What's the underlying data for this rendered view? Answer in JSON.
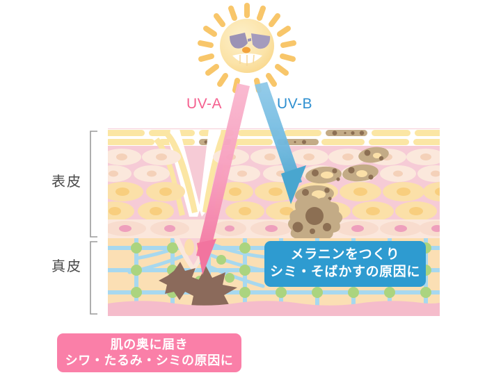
{
  "title": "UV-A / UV-B skin penetration diagram",
  "sun": {
    "icon": "smiling-sun-with-sunglasses-icon",
    "face_color": "#FBE3A8",
    "ray_color": "#F8C66A",
    "sunglasses_color": "#9B92B5",
    "nose_color": "#F2A23C",
    "teeth_color": "#FFFFFF"
  },
  "rays": {
    "uva": {
      "label": "UV-A",
      "color": "#F79FC0",
      "text_color": "#F5608F",
      "tip_color": "#F06A98",
      "description_depth": "dermis"
    },
    "uvb": {
      "label": "UV-B",
      "color": "#7FC0E4",
      "text_color": "#2E8FD0",
      "tip_color": "#4BA8D4",
      "description_depth": "epidermis"
    }
  },
  "layers": {
    "epidermis_label": "表皮",
    "dermis_label": "真皮",
    "bracket_color": "#9a9a9a",
    "stratum_corneum_color": "#FBE6A4",
    "epidermis_bg_color": "#F6CBD6",
    "epidermis_cell_color": "#FBE0A8",
    "basal_band_color": "#FBE7DC",
    "dermis_bg_color": "#FBDFB4",
    "collagen_fiber_color": "#A7D8EF",
    "collagen_node_color": "#ABD47F",
    "subcutis_color": "#F5BCCB",
    "melanin_color": "#BFA783",
    "melanin_dot_color": "#8C6F53",
    "damage_star_color": "#8B6A5B"
  },
  "callouts": {
    "melanin": {
      "line1": "メラニンをつくり",
      "line2": "シミ・そばかすの原因に",
      "bg_color": "#2E9BD0",
      "text_color": "#FFFFFF"
    },
    "deep": {
      "line1": "肌の奥に届き",
      "line2": "シワ・たるみ・シミの原因に",
      "bg_color": "#FA7FA8",
      "text_color": "#FFFFFF"
    }
  }
}
